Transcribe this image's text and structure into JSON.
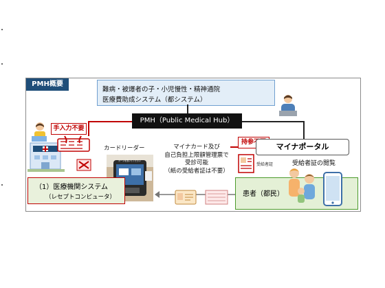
{
  "frame_title": "PMH概要",
  "system_box": {
    "line1": "難病・被爆者の子・小児慢性・精神通院",
    "line2": "医療費助成システム（都システム）"
  },
  "hub_label": "PMH（Public Medical Hub）",
  "tags": {
    "no_manual_input": "手入力不要",
    "no_need_to_bring": "持参不要"
  },
  "portal_label": "マイナポータル",
  "recipient_view": "受給者証の閲覧",
  "card_reader_label": "カードリーダー",
  "card_reader_screen": "カードを置いてください",
  "mynacard_text": {
    "line1": "マイナカード及び",
    "line2": "自己負担上限額管理票で",
    "line3": "受診可能",
    "line4": "（紙の受給者証は不要）"
  },
  "doc_label": "受給者証",
  "medical_system": {
    "title": "（1）医療機関システム",
    "subtitle": "（レセプトコンピュータ）"
  },
  "patient_label": "患者（都民）",
  "colors": {
    "frame_title_bg": "#1f4e79",
    "system_box_bg": "#e3eef8",
    "hub_bg": "#111111",
    "accent_red": "#c00000",
    "patient_box_bg": "#e4f0d6",
    "medical_box_bg": "#e9f1dc"
  }
}
